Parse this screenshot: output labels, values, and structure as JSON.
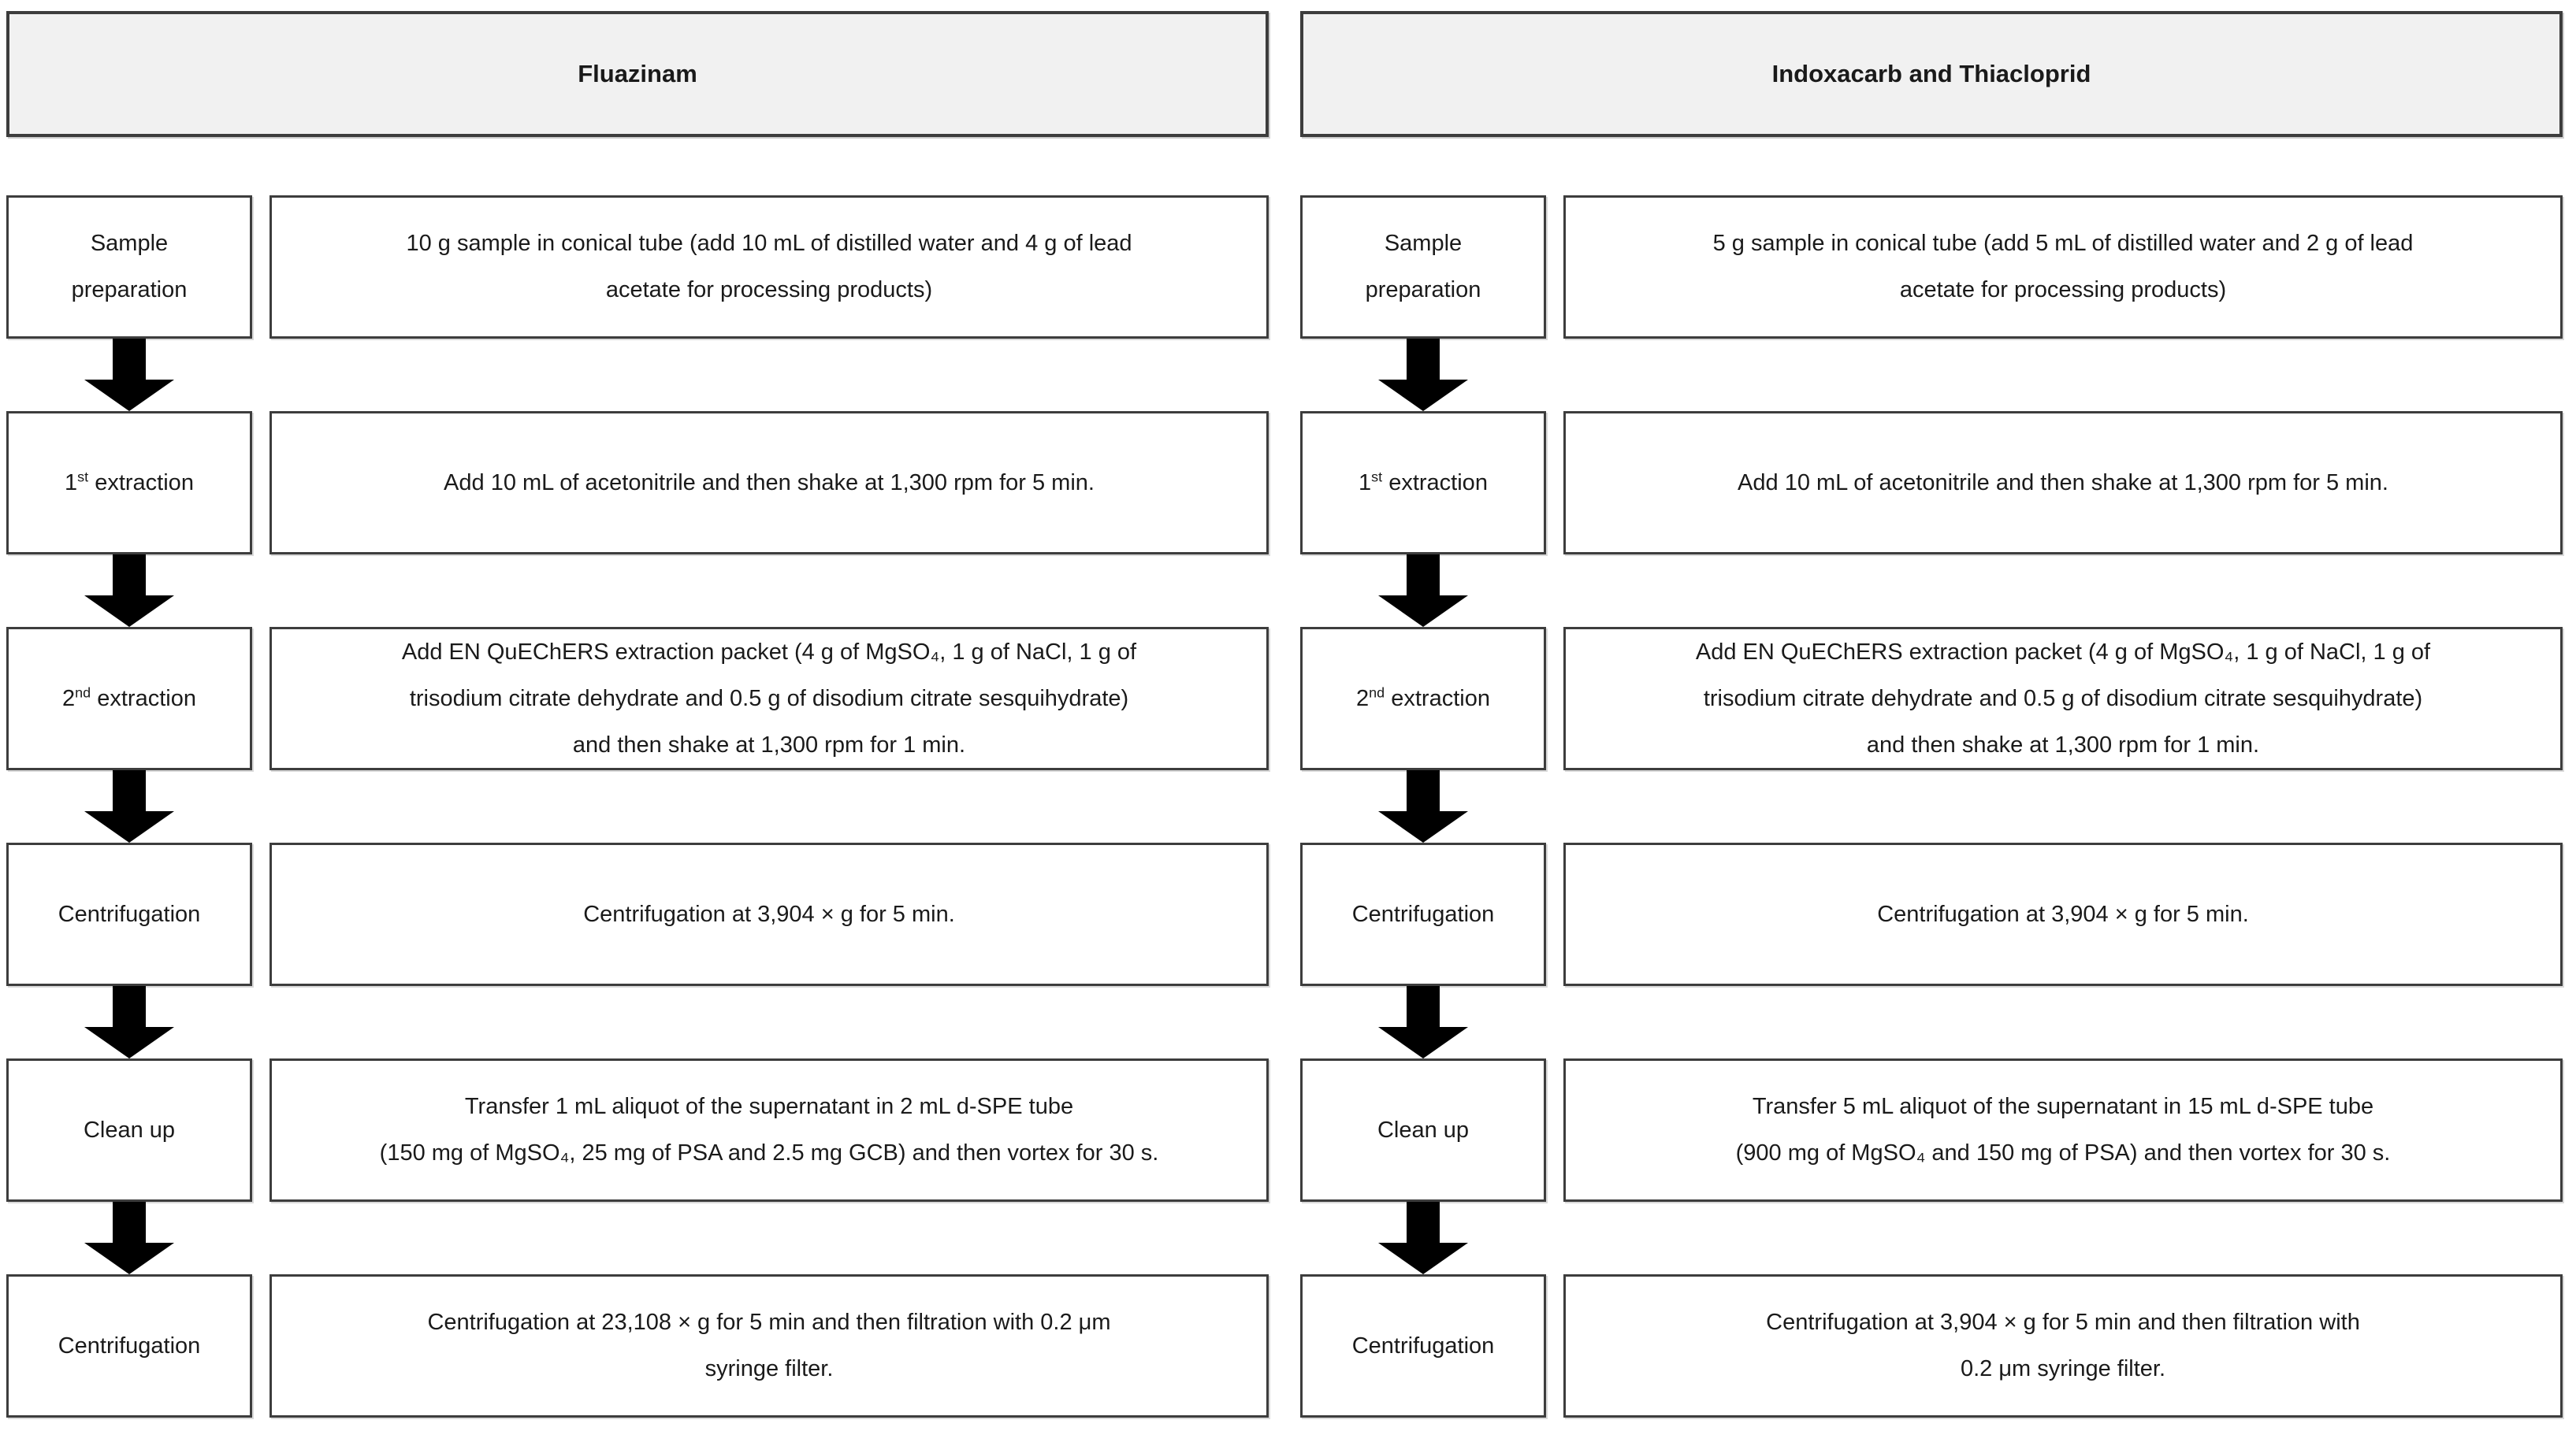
{
  "styles": {
    "page_bg": "#ffffff",
    "header_bg": "#f1f1f1",
    "box_bg": "#ffffff",
    "border_color": "#3d3d3d",
    "arrow_color": "#000000",
    "text_color": "#1a1a1a"
  },
  "columns": [
    {
      "id": "fluazinam",
      "header": "Fluazinam",
      "steps": [
        {
          "label_lines": [
            "Sample",
            "preparation"
          ],
          "desc_lines": [
            "10 g sample in conical tube (add 10 mL of distilled water and 4 g of lead",
            "acetate for processing products)"
          ]
        },
        {
          "label_lines": [
            [
              {
                "t": "1"
              },
              {
                "t": "st",
                "sup": true
              },
              {
                "t": " extraction"
              }
            ]
          ],
          "desc_lines": [
            "Add 10 mL of acetonitrile and then shake at 1,300 rpm for 5 min."
          ]
        },
        {
          "label_lines": [
            [
              {
                "t": "2"
              },
              {
                "t": "nd",
                "sup": true
              },
              {
                "t": " extraction"
              }
            ]
          ],
          "desc_lines": [
            "Add EN QuEChERS extraction packet (4 g of MgSO₄, 1 g of NaCl, 1 g of",
            "trisodium citrate dehydrate and 0.5 g of disodium citrate sesquihydrate)",
            "and then shake at 1,300 rpm for 1 min."
          ]
        },
        {
          "label_lines": [
            "Centrifugation"
          ],
          "desc_lines": [
            "Centrifugation at 3,904 × g for 5 min."
          ]
        },
        {
          "label_lines": [
            "Clean up"
          ],
          "desc_lines": [
            "Transfer 1 mL aliquot of the supernatant in 2 mL d-SPE tube",
            "(150 mg of MgSO₄, 25 mg of PSA and 2.5 mg GCB) and then vortex for 30 s."
          ]
        },
        {
          "label_lines": [
            "Centrifugation"
          ],
          "desc_lines": [
            "Centrifugation at 23,108 × g for 5 min and then filtration with 0.2 μm",
            "syringe filter."
          ]
        }
      ]
    },
    {
      "id": "indoxacarb-thiacloprid",
      "header": "Indoxacarb and Thiacloprid",
      "steps": [
        {
          "label_lines": [
            "Sample",
            "preparation"
          ],
          "desc_lines": [
            "5 g sample in conical tube (add 5 mL of distilled water and 2 g of lead",
            "acetate for processing products)"
          ]
        },
        {
          "label_lines": [
            [
              {
                "t": "1"
              },
              {
                "t": "st",
                "sup": true
              },
              {
                "t": " extraction"
              }
            ]
          ],
          "desc_lines": [
            "Add 10 mL of acetonitrile and then shake at 1,300 rpm for 5 min."
          ]
        },
        {
          "label_lines": [
            [
              {
                "t": "2"
              },
              {
                "t": "nd",
                "sup": true
              },
              {
                "t": " extraction"
              }
            ]
          ],
          "desc_lines": [
            "Add EN QuEChERS extraction packet (4 g of MgSO₄, 1 g of NaCl, 1 g of",
            "trisodium citrate dehydrate and 0.5 g of disodium citrate sesquihydrate)",
            "and then shake at 1,300 rpm for 1 min."
          ]
        },
        {
          "label_lines": [
            "Centrifugation"
          ],
          "desc_lines": [
            "Centrifugation at 3,904 × g for 5 min."
          ]
        },
        {
          "label_lines": [
            "Clean up"
          ],
          "desc_lines": [
            "Transfer 5 mL aliquot of the supernatant in 15 mL d-SPE tube",
            "(900 mg of MgSO₄ and 150 mg of PSA) and then vortex for 30 s."
          ]
        },
        {
          "label_lines": [
            "Centrifugation"
          ],
          "desc_lines": [
            "Centrifugation at 3,904 × g for 5 min and then filtration with",
            "0.2 μm syringe filter."
          ]
        }
      ]
    }
  ]
}
